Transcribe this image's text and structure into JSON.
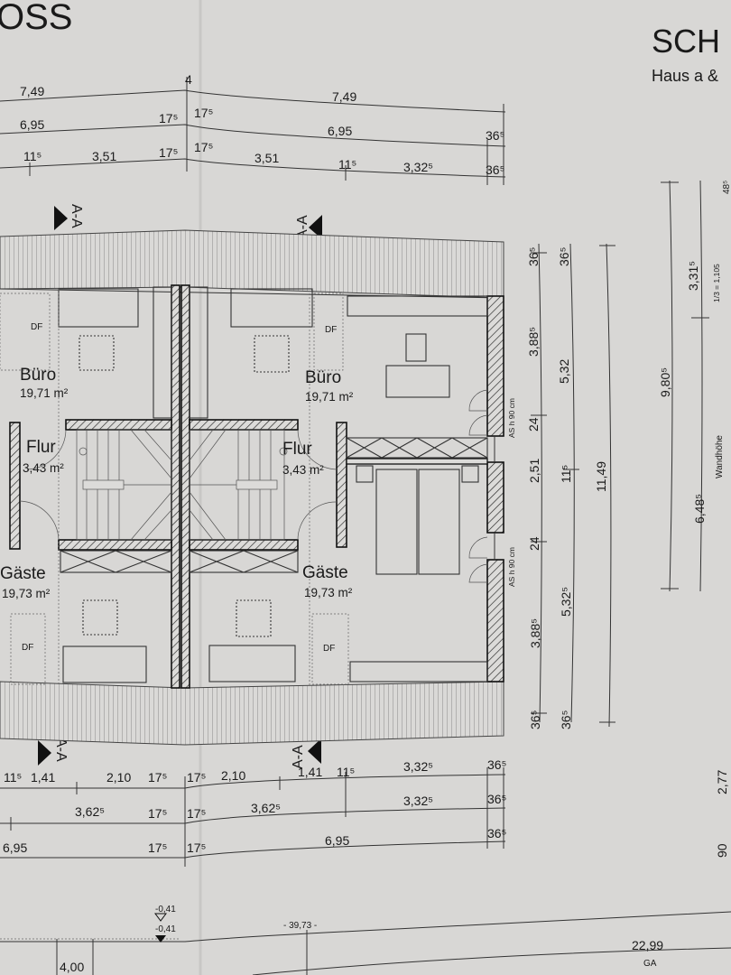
{
  "header": {
    "title_left": "OSS",
    "title_right": "SCH",
    "subtitle_right": "Haus a &"
  },
  "section_marks": [
    "A-A",
    "A-A",
    "A-A",
    "A-A"
  ],
  "rooms": [
    {
      "name": "Büro",
      "area": "19,71 m²"
    },
    {
      "name": "Büro",
      "area": "19,71 m²"
    },
    {
      "name": "Flur",
      "area": "3,43 m²"
    },
    {
      "name": "Flur",
      "area": "3,43 m²"
    },
    {
      "name": "Gäste",
      "area": "19,73 m²"
    },
    {
      "name": "Gäste",
      "area": "19,73 m²"
    }
  ],
  "roof_windows": [
    "DF",
    "DF",
    "DF",
    "DF"
  ],
  "dims_top": {
    "row1": [
      "7,49",
      "4",
      "7,49"
    ],
    "row2": [
      "6,95",
      "17⁵",
      "17⁵",
      "6,95",
      "36⁵"
    ],
    "row3": [
      "11⁵",
      "3,51",
      "17⁵",
      "17⁵",
      "3,51",
      "11⁵",
      "3,32⁵",
      "36⁵"
    ]
  },
  "dims_right": {
    "inner": [
      "36⁵",
      "3,88⁵",
      "24",
      "2,51",
      "24",
      "3,88⁵",
      "36⁵"
    ],
    "openings": [
      "AS h 90 cm",
      "AS h 90 cm"
    ],
    "middle": [
      "36⁵",
      "5,32",
      "11⁵",
      "5,32⁵",
      "36⁵"
    ],
    "total": "11,49",
    "section": [
      "9,80⁵",
      "3,31⁵",
      "1/3 = 1,105",
      "6,48⁵",
      "Wandhöhe",
      "48⁵",
      "2,77",
      "90"
    ]
  },
  "dims_bottom": {
    "row1": [
      "11⁵",
      "1,41",
      "2,10",
      "17⁵",
      "17⁵",
      "2,10",
      "1,41",
      "11⁵",
      "3,32⁵",
      "36⁵"
    ],
    "row2": [
      "3,62⁵",
      "17⁵",
      "17⁵",
      "3,62⁵",
      "3,32⁵",
      "36⁵"
    ],
    "row3": [
      "6,95",
      "17⁵",
      "17⁵",
      "6,95",
      "36⁵"
    ]
  },
  "levels": [
    "-0,41",
    "-0,41",
    "- 39,73 -",
    "22,99",
    "GA",
    "4,00"
  ]
}
